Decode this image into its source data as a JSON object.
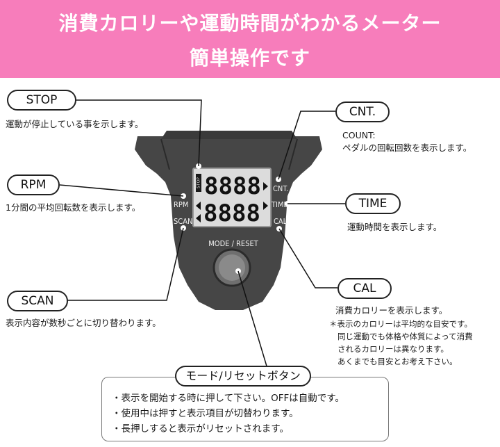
{
  "banner": {
    "line1": "消費カロリーや運動時間がわかるメーター",
    "line2": "簡単操作です",
    "color": "#f77dbb"
  },
  "device": {
    "lcd_top": "8888",
    "lcd_bottom": "8888",
    "stop_mark": "STOP",
    "labels": {
      "rpm": "RPM",
      "scan": "SCAN",
      "cnt": "CNT.",
      "time": "TIME",
      "cal": "CAL",
      "mode_reset": "MODE / RESET"
    }
  },
  "callouts": {
    "stop": {
      "label": "STOP",
      "desc": "運動が停止している事を示します。"
    },
    "rpm": {
      "label": "RPM",
      "desc": "1分間の平均回転数を表示します。"
    },
    "scan": {
      "label": "SCAN",
      "desc": "表示内容が数秒ごとに切り替わります。"
    },
    "cnt": {
      "label": "CNT.",
      "desc_line1": "COUNT:",
      "desc_line2": "ペダルの回転回数を表示します。"
    },
    "time": {
      "label": "TIME",
      "desc": "運動時間を表示します。"
    },
    "cal": {
      "label": "CAL",
      "desc": "消費カロリーを表示します。",
      "note1": "＊表示のカロリーは平均的な目安です。",
      "note2": "同じ運動でも体格や体質によって消費",
      "note3": "されるカロリーは異なります。",
      "note4": "あくまでも目安とお考え下さい。"
    },
    "mode_reset": {
      "label": "モード/リセットボタン",
      "bullets": [
        "・表示を開始する時に押して下さい。OFFは自動です。",
        "・使用中は押すと表示項目が切替わります。",
        "・長押しすると表示がリセットされます。"
      ]
    }
  }
}
